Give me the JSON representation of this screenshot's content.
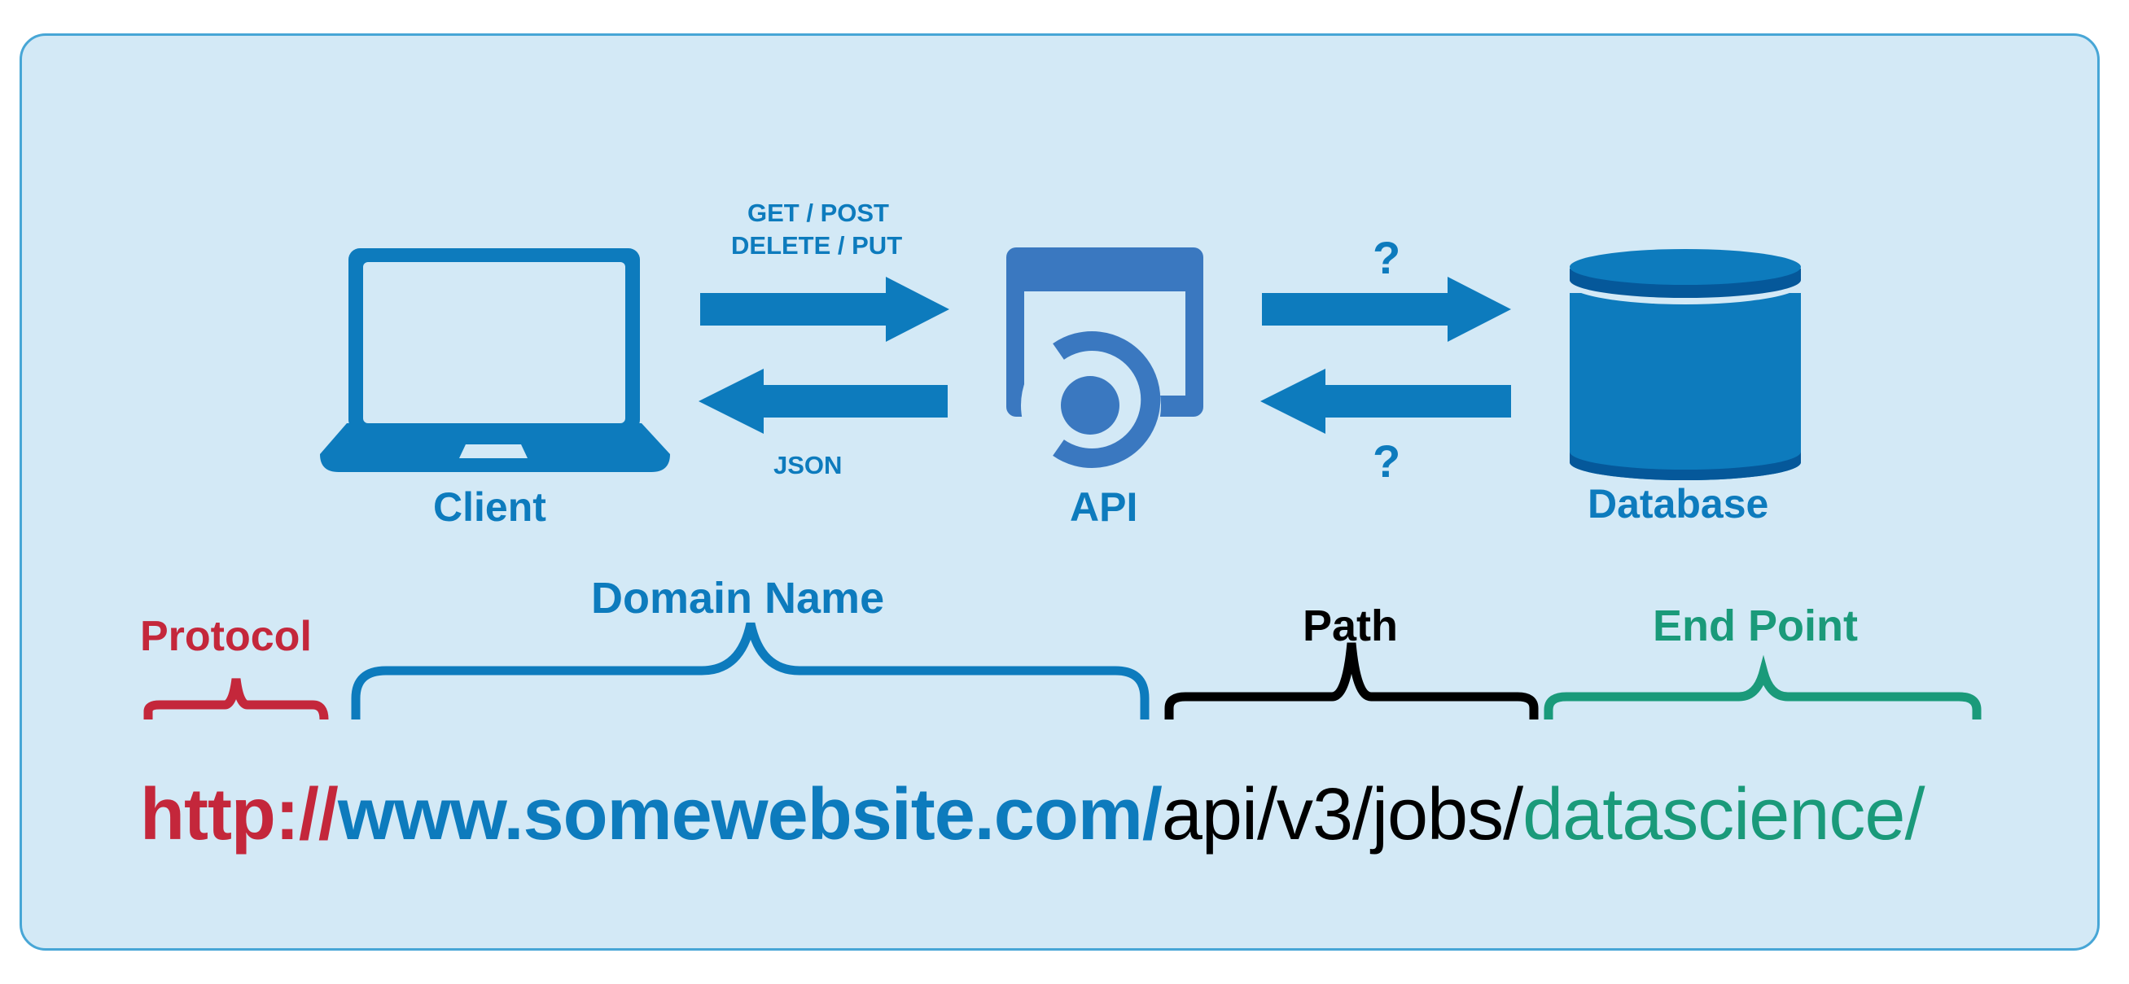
{
  "nodes": {
    "client": "Client",
    "api": "API",
    "database": "Database"
  },
  "arrows": {
    "request_line1": "GET / POST",
    "request_line2": "DELETE / PUT",
    "response": "JSON",
    "db_request": "?",
    "db_response": "?"
  },
  "url_parts": {
    "protocol_label": "Protocol",
    "domain_label": "Domain Name",
    "path_label": "Path",
    "endpoint_label": "End Point",
    "protocol": "http://",
    "domain": "www.somewebsite.com/",
    "path": "api/v3/jobs/",
    "endpoint": "datascience/"
  },
  "colors": {
    "panel_bg": "#d3e9f6",
    "panel_border": "#47a6d6",
    "blue": "#0d7bbd",
    "api_blue": "#3a78c0",
    "red": "#c4273b",
    "green": "#1a9a7a",
    "black": "#000000"
  }
}
